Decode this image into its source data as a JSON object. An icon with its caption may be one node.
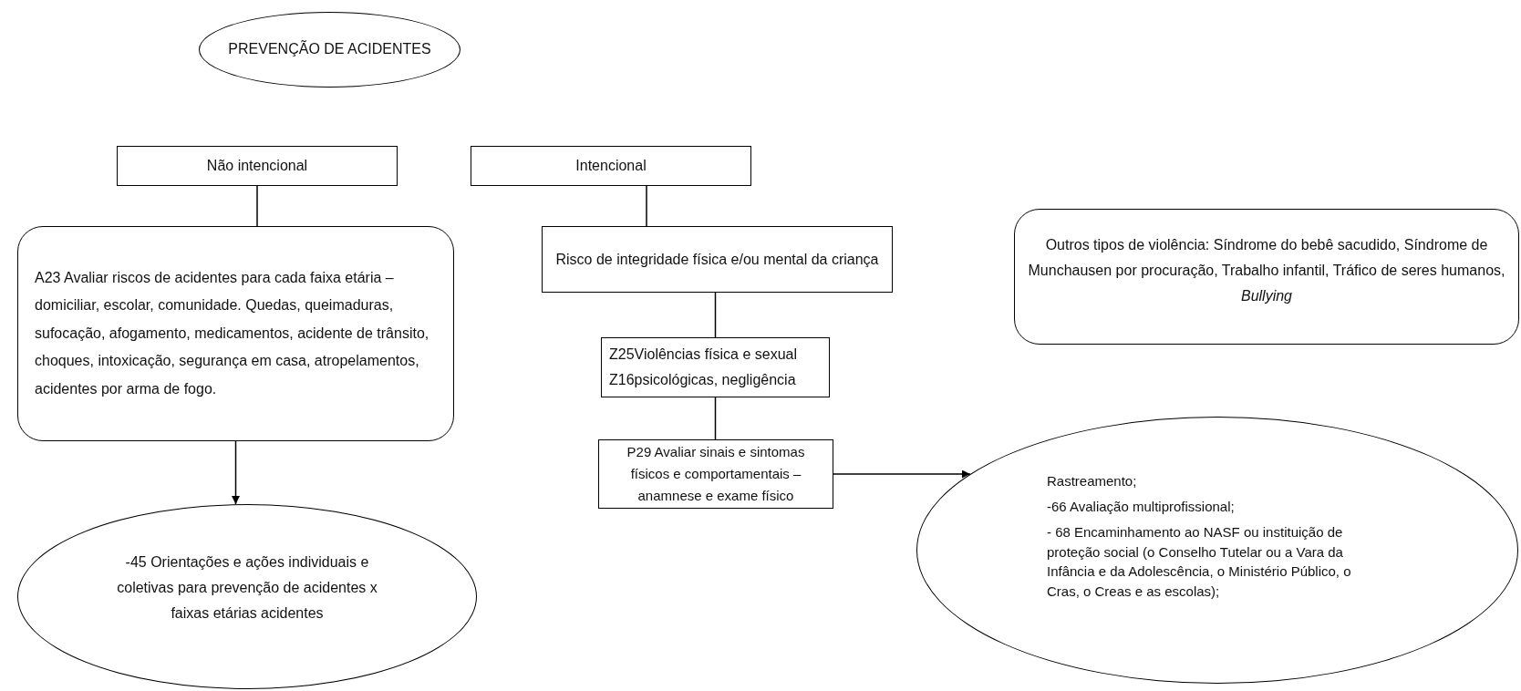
{
  "diagram": {
    "nodes": [
      {
        "text": [
          "PREVENÇÃO DE ACIDENTES"
        ]
      },
      {
        "text": [
          "Não intencional"
        ]
      },
      {
        "text": [
          "Intencional"
        ]
      },
      {
        "text": [
          "A23 Avaliar riscos de acidentes para cada faixa etária – domiciliar, escolar, comunidade. Quedas, queimaduras, sufocação, afogamento, medicamentos, acidente de trânsito, choques, intoxicação, segurança em casa, atropelamentos, acidentes por arma de fogo."
        ]
      },
      {
        "text": [
          "Risco de integridade física e/ou mental da criança"
        ]
      },
      {
        "text": [
          "Z25Violências física e sexual Z16psicológicas, negligência"
        ]
      },
      {
        "text": [
          "P29 Avaliar sinais e sintomas físicos e comportamentais – anamnese e exame físico"
        ]
      },
      {
        "text": [
          "-45 Orientações e ações individuais e coletivas para prevenção de acidentes x faixas etárias acidentes"
        ]
      },
      {
        "text": [
          "Rastreamento;",
          "-66 Avaliação multiprofissional;",
          "- 68 Encaminhamento ao NASF ou instituição de proteção social (o Conselho Tutelar ou a Vara da Infância e da Adolescência, o Ministério Público, o Cras, o Creas e as escolas);"
        ]
      },
      {
        "text": [
          "Outros tipos de violência: Síndrome do bebê sacudido, Síndrome de Munchausen por procuração, Trabalho infantil, Tráfico de seres humanos, *Bullying*"
        ]
      }
    ],
    "edges": [
      {
        "from": 1,
        "to": 3,
        "arrow": "none"
      },
      {
        "from": 2,
        "to": 4,
        "arrow": "none"
      },
      {
        "from": 4,
        "to": 5,
        "arrow": "none"
      },
      {
        "from": 5,
        "to": 6,
        "arrow": "none"
      },
      {
        "from": 3,
        "to": 7,
        "arrow": "to"
      },
      {
        "from": 6,
        "to": 8,
        "arrow": "to"
      }
    ]
  }
}
